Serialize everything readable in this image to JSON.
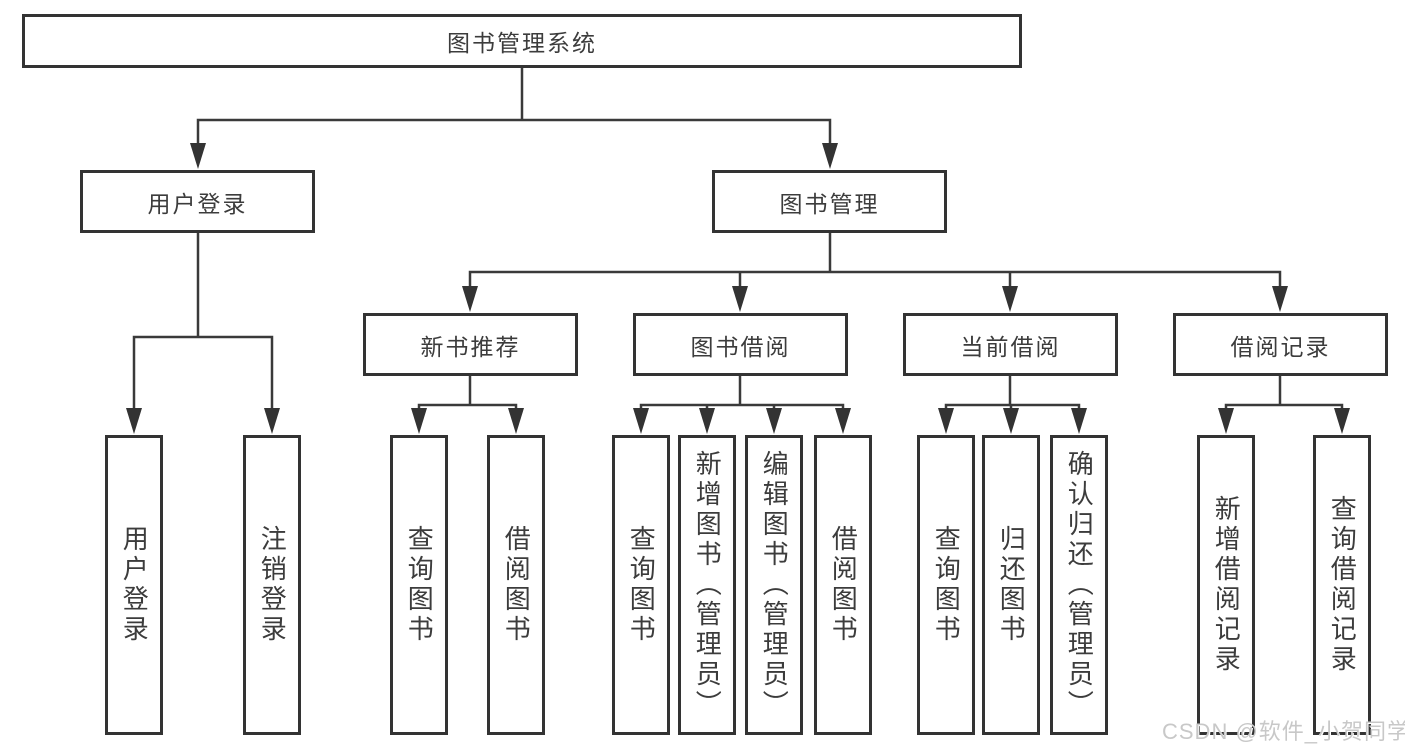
{
  "nodes": {
    "root": "图书管理系统",
    "user_login": "用户登录",
    "book_mgmt": "图书管理",
    "new_books": "新书推荐",
    "book_borrow": "图书借阅",
    "current_borrow": "当前借阅",
    "borrow_records": "借阅记录"
  },
  "leaves": {
    "user_login": [
      "用户登录",
      "注销登录"
    ],
    "new_books": [
      "查询图书",
      "借阅图书"
    ],
    "book_borrow": [
      "查询图书",
      "新增图书（管理员）",
      "编辑图书（管理员）",
      "借阅图书"
    ],
    "current_borrow": [
      "查询图书",
      "归还图书",
      "确认归还（管理员）"
    ],
    "borrow_records": [
      "新增借阅记录",
      "查询借阅记录"
    ]
  },
  "watermark": "CSDN @软件_小贺同学",
  "colors": {
    "line": "#3a3a3a",
    "border": "#333333",
    "text": "#3c3c3c",
    "watermark": "#c8c8c8",
    "background": "#ffffff"
  }
}
